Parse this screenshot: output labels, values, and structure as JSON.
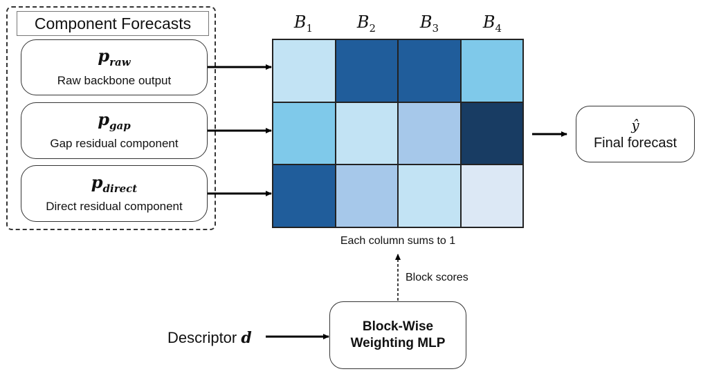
{
  "group": {
    "title": "Component Forecasts"
  },
  "components": [
    {
      "symbol": "p",
      "subscript": "raw",
      "description": "Raw backbone output"
    },
    {
      "symbol": "p",
      "subscript": "gap",
      "description": "Gap residual component"
    },
    {
      "symbol": "p",
      "subscript": "direct",
      "description": "Direct residual component"
    }
  ],
  "blocks": [
    {
      "symbol": "B",
      "subscript": "1"
    },
    {
      "symbol": "B",
      "subscript": "2"
    },
    {
      "symbol": "B",
      "subscript": "3"
    },
    {
      "symbol": "B",
      "subscript": "4"
    }
  ],
  "matrix_colors": [
    [
      "#c2e3f4",
      "#205d9b",
      "#205d9b",
      "#7fc9ea"
    ],
    [
      "#7fc9ea",
      "#c2e3f4",
      "#a6c8ea",
      "#183c63"
    ],
    [
      "#205d9b",
      "#a6c8ea",
      "#c2e3f4",
      "#dce8f5"
    ]
  ],
  "matrix_note": "Each column sums to 1",
  "scores_label": "Block scores",
  "final": {
    "symbol": "ŷ",
    "label": "Final forecast"
  },
  "mlp": {
    "line1": "Block-Wise",
    "line2": "Weighting MLP"
  },
  "descriptor": {
    "label": "Descriptor",
    "variable": "d"
  }
}
